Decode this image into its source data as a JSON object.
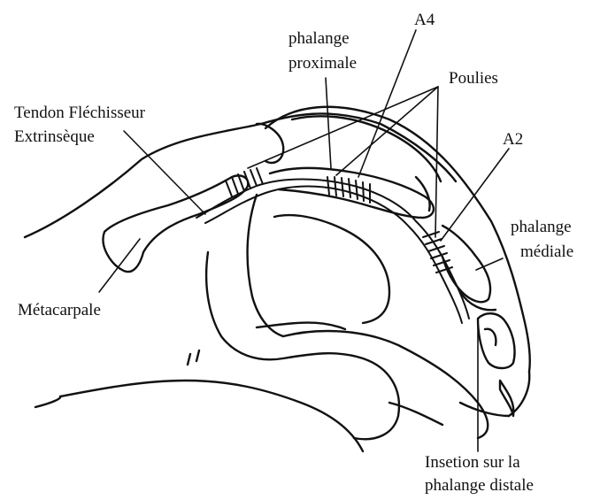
{
  "labels": {
    "phalange_proximale": [
      "phalange",
      "proximale"
    ],
    "a4": "A4",
    "poulies": "Poulies",
    "tendon_flechisseur": [
      "Tendon Fléchisseur",
      "Extrinsèque"
    ],
    "a2": "A2",
    "phalange_mediale": [
      "phalange",
      "médiale"
    ],
    "metacarpale": "Métacarpale",
    "insertion_distale": [
      "Insetion sur la",
      "phalange distale"
    ]
  },
  "colors": {
    "ink": "#111111",
    "background": "#ffffff"
  }
}
